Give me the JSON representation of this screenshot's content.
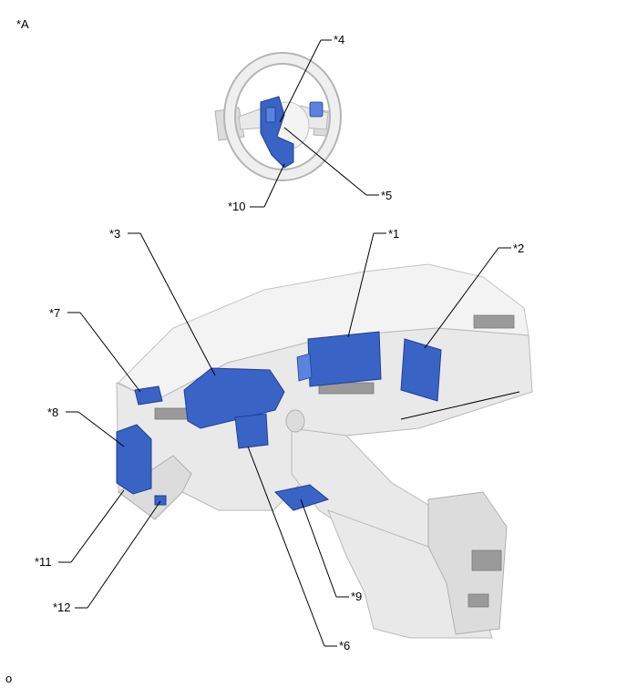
{
  "view_label": "*A",
  "footer_code": "o",
  "callouts": {
    "c1": "*1",
    "c2": "*2",
    "c3": "*3",
    "c4": "*4",
    "c5": "*5",
    "c6": "*6",
    "c7": "*7",
    "c8": "*8",
    "c9": "*9",
    "c10": "*10",
    "c11": "*11",
    "c12": "*12"
  },
  "colors": {
    "component_highlight": "#3a63c6",
    "vehicle_body": "#e9e9e9",
    "leader_line": "#000000"
  }
}
